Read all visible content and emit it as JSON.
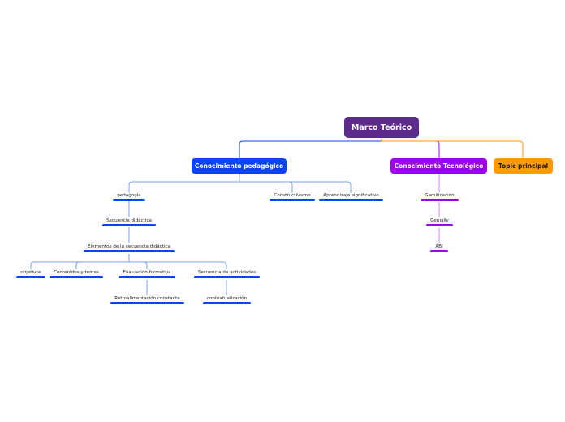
{
  "colors": {
    "root": "#5e2a8c",
    "pedagogico": "#0a45f5",
    "pedagogico_line": "#7fa2f2",
    "tecnologico": "#9b00e8",
    "tecnologico_line": "#d38cf5",
    "topic": "#ff9a00"
  },
  "root": {
    "label": "Marco Teórico"
  },
  "branches": {
    "pedagogico": {
      "label": "Conocimiento pedagógico",
      "children": {
        "pedagogia": "pedagogía",
        "constructivismo": "Constructivismo",
        "aprendizaje": "Aprendizaje significativo",
        "secuencia_didactica": "Secuencia didáctica",
        "elementos": "Elementos de la secuencia didáctica",
        "objetivos": "objetivos",
        "contenidos": "Contenidos y temas",
        "evaluacion": "Evaluación formativa",
        "secuencia_actividades": "Secuencia de actividades",
        "retroalimentacion": "Retroalimentación constante",
        "contextualizacion": "contextualización"
      }
    },
    "tecnologico": {
      "label": "Conocimiento Tecnológico",
      "children": {
        "gamificacion": "Gamificación",
        "genially": "Genially",
        "abj": "ABJ"
      }
    },
    "topic": {
      "label": "Topic principal"
    }
  }
}
